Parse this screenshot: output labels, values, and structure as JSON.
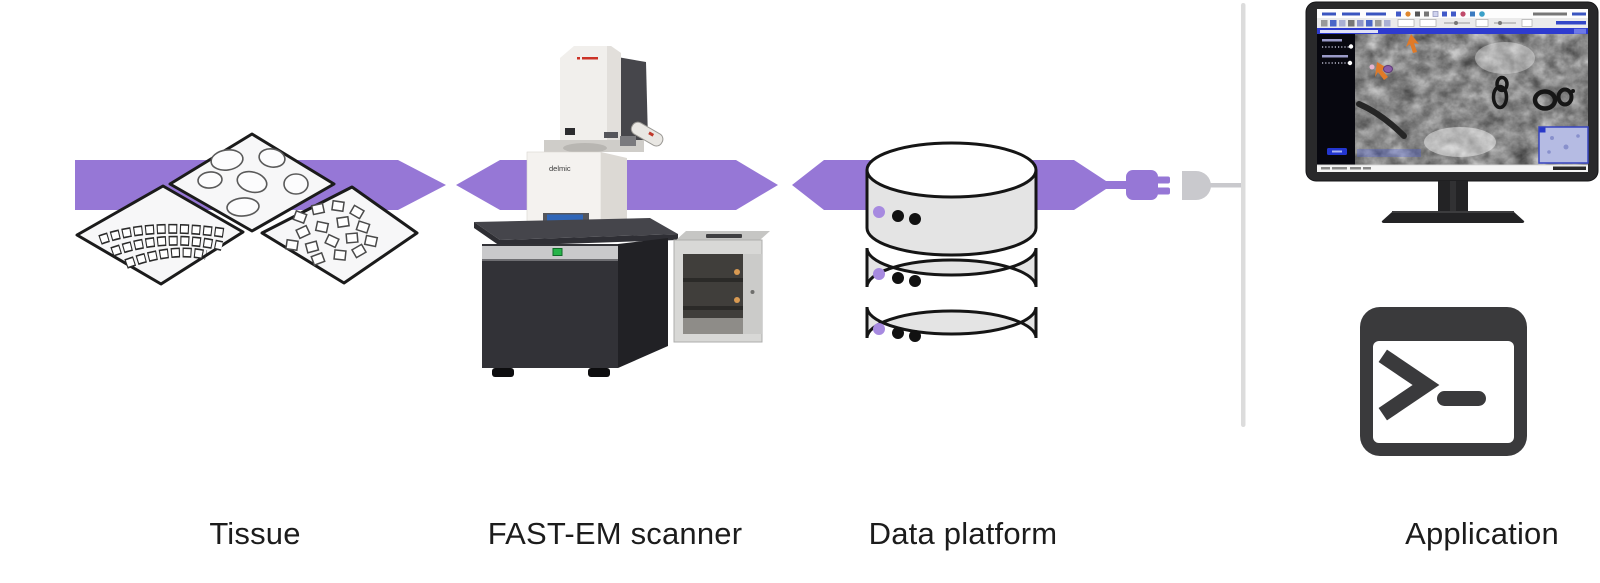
{
  "diagram": {
    "stages": [
      {
        "id": "tissue",
        "label": "Tissue"
      },
      {
        "id": "fast-em-scanner",
        "label": "FAST-EM scanner",
        "device_text": "delmic"
      },
      {
        "id": "data-platform",
        "label": "Data platform"
      },
      {
        "id": "application",
        "label": "Application"
      }
    ],
    "colors": {
      "arrow": "#9677d6",
      "db_dot_purple": "#a78ae0",
      "divider": "#dcdcdc",
      "dark_icon": "#3a3a3c",
      "label_text": "#1c1c1c"
    },
    "icons": [
      {
        "name": "tissue-plates-icon"
      },
      {
        "name": "em-scanner-photo"
      },
      {
        "name": "database-icon"
      },
      {
        "name": "plug-icon"
      },
      {
        "name": "socket-icon"
      },
      {
        "name": "divider-line"
      },
      {
        "name": "monitor-icon"
      },
      {
        "name": "terminal-icon"
      }
    ]
  }
}
